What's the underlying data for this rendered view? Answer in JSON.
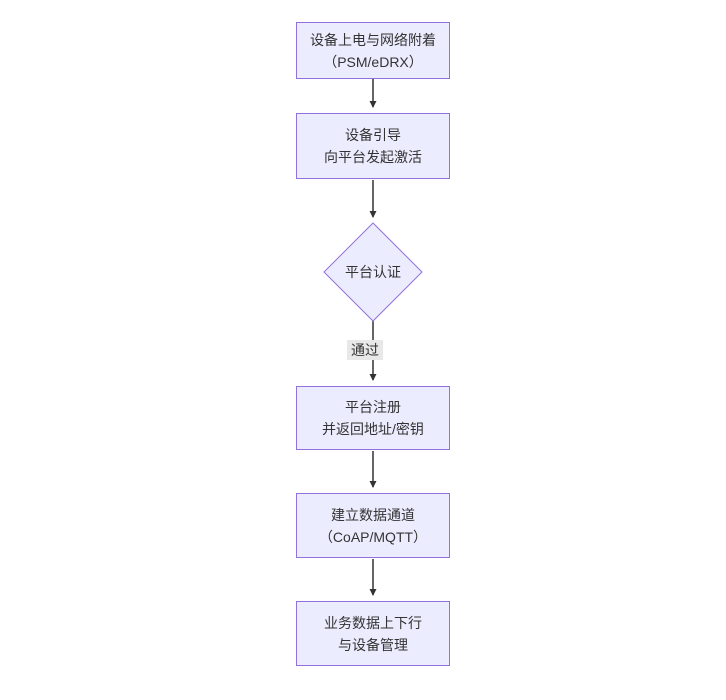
{
  "diagram": {
    "type": "flowchart",
    "direction": "top-down",
    "colors": {
      "background": "#ffffff",
      "node_fill": "#ECECFF",
      "node_border": "#9370DB",
      "text": "#333333",
      "arrow": "#333333",
      "edge_label_bg": "#e8e8e8"
    },
    "nodes": [
      {
        "id": "power-attach",
        "shape": "rect",
        "lines": [
          "设备上电与网络附着",
          "（PSM/eDRX）"
        ]
      },
      {
        "id": "bootstrap",
        "shape": "rect",
        "lines": [
          "设备引导",
          "向平台发起激活"
        ]
      },
      {
        "id": "platform-auth",
        "shape": "diamond",
        "lines": [
          "平台认证"
        ]
      },
      {
        "id": "platform-register",
        "shape": "rect",
        "lines": [
          "平台注册",
          "并返回地址/密钥"
        ]
      },
      {
        "id": "data-channel",
        "shape": "rect",
        "lines": [
          "建立数据通道",
          "（CoAP/MQTT）"
        ]
      },
      {
        "id": "business-data",
        "shape": "rect",
        "lines": [
          "业务数据上下行",
          "与设备管理"
        ]
      }
    ],
    "edges": [
      {
        "from": "power-attach",
        "to": "bootstrap",
        "label": ""
      },
      {
        "from": "bootstrap",
        "to": "platform-auth",
        "label": ""
      },
      {
        "from": "platform-auth",
        "to": "platform-register",
        "label": "通过"
      },
      {
        "from": "platform-register",
        "to": "data-channel",
        "label": ""
      },
      {
        "from": "data-channel",
        "to": "business-data",
        "label": ""
      }
    ]
  }
}
